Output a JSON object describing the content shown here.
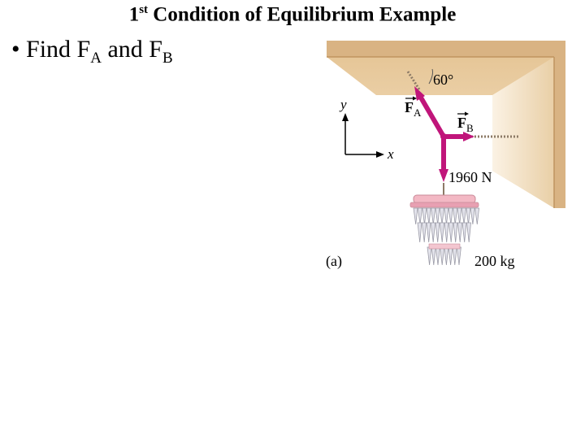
{
  "title": {
    "prefix": "1",
    "superscript": "st",
    "rest": " Condition of Equilibrium Example"
  },
  "bullet": {
    "marker": "•",
    "text_find": "Find F",
    "sub_a": "A",
    "text_and": " and F",
    "sub_b": "B"
  },
  "diagram": {
    "angle_label": "60°",
    "force_a": {
      "base": "F",
      "sub": "A"
    },
    "force_b": {
      "base": "F",
      "sub": "B"
    },
    "weight_label": "1960 N",
    "axis_y": "y",
    "axis_x": "x",
    "panel_label": "(a)",
    "mass_label": "200 kg",
    "colors": {
      "wall": "#dcb88a",
      "wall_dark": "#c49a63",
      "force": "#c0157a",
      "chandelier": "#f3b8c4"
    }
  }
}
